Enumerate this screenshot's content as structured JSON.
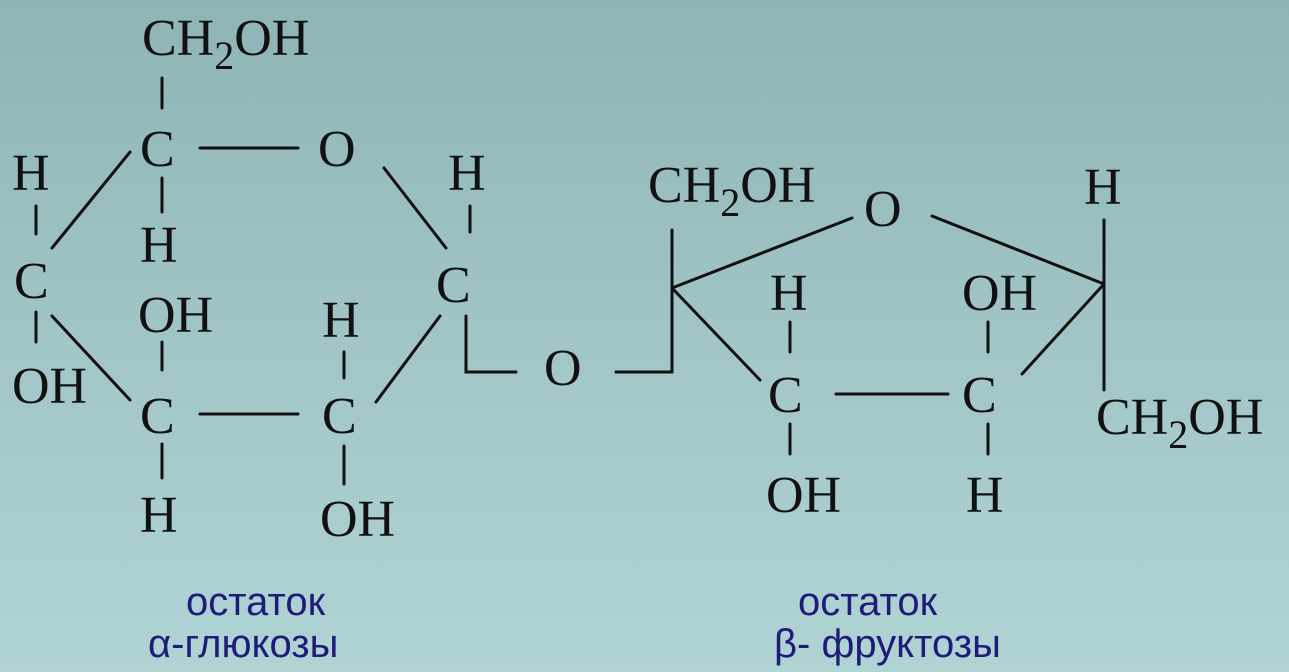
{
  "labels": {
    "c": "C",
    "h": "H",
    "o": "O",
    "oh": "OH",
    "ch": "CH",
    "two": "2"
  },
  "captions": {
    "glucose_line1": "остаток",
    "glucose_line2": "α-глюкозы",
    "fructose_line1": "остаток",
    "fructose_line2": "β- фруктозы"
  },
  "colors": {
    "caption": "#201a78",
    "ink": "#111111",
    "bg_top": "#8fb4b6",
    "bg_bottom": "#b0d3d4"
  }
}
